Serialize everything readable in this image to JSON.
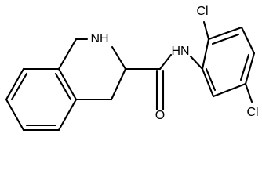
{
  "molecule": {
    "atoms": [
      {
        "id": "nh-ring",
        "label": "NH"
      },
      {
        "id": "nh-amide",
        "label": "HN"
      },
      {
        "id": "o-carbonyl",
        "label": "O"
      },
      {
        "id": "cl-top",
        "label": "Cl"
      },
      {
        "id": "cl-bottom",
        "label": "Cl"
      }
    ]
  },
  "colors": {
    "bond": "#000000",
    "text": "#000000",
    "background": "#ffffff"
  }
}
